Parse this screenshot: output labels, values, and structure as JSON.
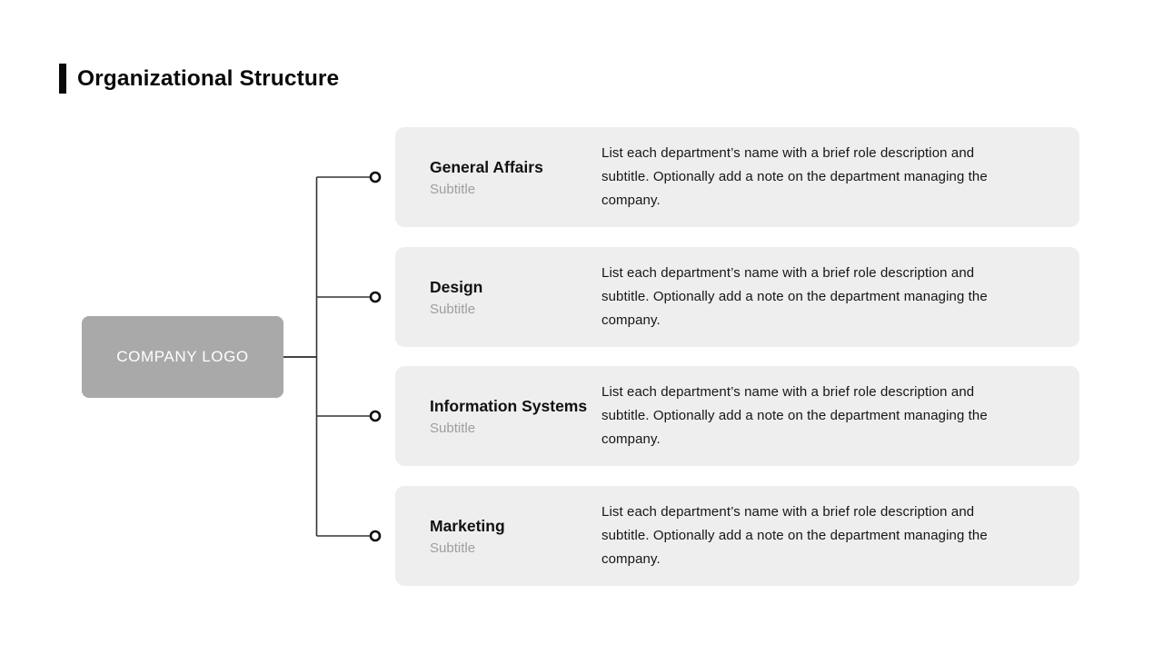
{
  "page": {
    "title": "Organizational Structure"
  },
  "logo": {
    "label": "COMPANY LOGO"
  },
  "departments": [
    {
      "name": "General Affairs",
      "subtitle": "Subtitle",
      "description": "List each department’s name with a brief role description and subtitle. Optionally add a note on the department managing the company."
    },
    {
      "name": "Design",
      "subtitle": "Subtitle",
      "description": "List each department’s name with a brief role description and subtitle. Optionally add a note on the department managing the company."
    },
    {
      "name": "Information Systems",
      "subtitle": "Subtitle",
      "description": "List each department’s name with a brief role description and subtitle. Optionally add a note on the department managing the company."
    },
    {
      "name": "Marketing",
      "subtitle": "Subtitle",
      "description": "List each department’s name with a brief role description and subtitle. Optionally add a note on the department managing the company."
    }
  ],
  "colors": {
    "background": "#ffffff",
    "title_text": "#0a0a0a",
    "accent_bar": "#0a0a0a",
    "logo_background": "#a9a9a9",
    "logo_text": "#ffffff",
    "card_background": "#eeeeee",
    "card_title_text": "#111111",
    "subtitle_text": "#9e9e9e",
    "description_text": "#161616",
    "connector_line": "#333333"
  }
}
